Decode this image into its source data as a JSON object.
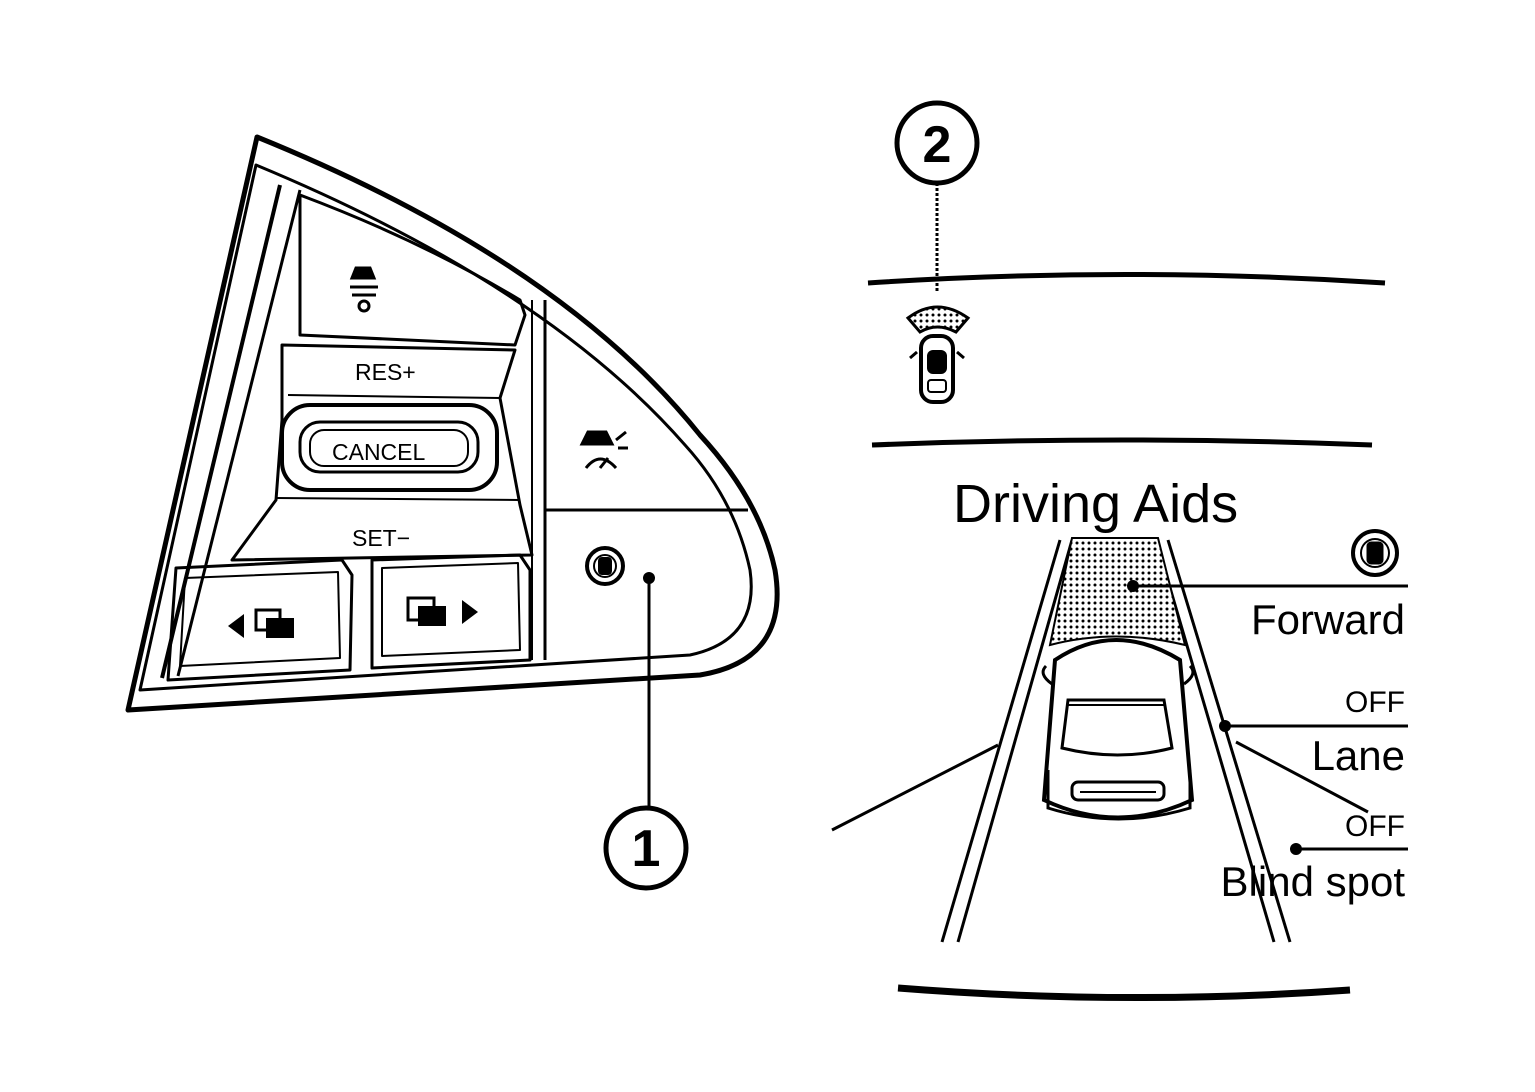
{
  "steering_switch": {
    "res_label": "RES+",
    "cancel_label": "CANCEL",
    "set_label": "SET−"
  },
  "callouts": {
    "one": "1",
    "two": "2"
  },
  "display": {
    "title": "Driving Aids",
    "items": [
      {
        "label": "Forward",
        "status": ""
      },
      {
        "label": "Lane",
        "status": "OFF"
      },
      {
        "label": "Blind spot",
        "status": "OFF"
      }
    ]
  }
}
